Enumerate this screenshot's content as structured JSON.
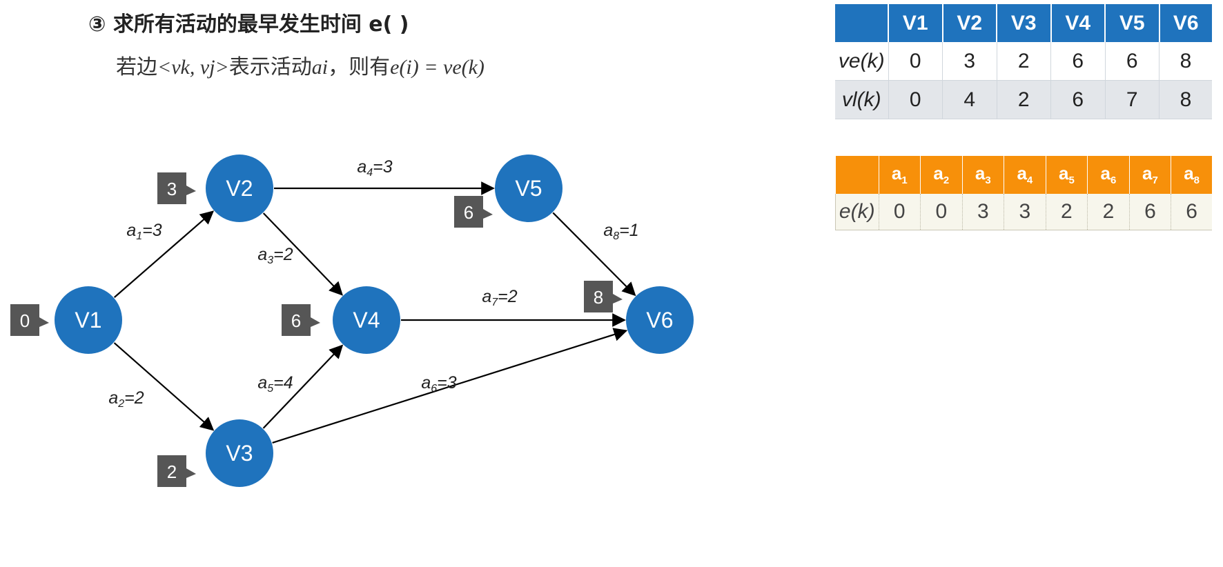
{
  "heading": {
    "title": "③ 求所有活动的最早发生时间 e( )",
    "subtitle_pre": "若边",
    "subtitle_edge": "<vk, vj>",
    "subtitle_mid": "表示活动",
    "subtitle_act": "ai",
    "subtitle_post": "，则有",
    "subtitle_formula": "e(i) = ve(k)"
  },
  "graph": {
    "node_color": "#1f73bd",
    "badge_color": "#565656",
    "nodes": [
      {
        "id": "V1",
        "label": "V1",
        "badge": "0"
      },
      {
        "id": "V2",
        "label": "V2",
        "badge": "3"
      },
      {
        "id": "V3",
        "label": "V3",
        "badge": "2"
      },
      {
        "id": "V4",
        "label": "V4",
        "badge": "6"
      },
      {
        "id": "V5",
        "label": "V5",
        "badge": "6"
      },
      {
        "id": "V6",
        "label": "V6",
        "badge": "8"
      }
    ],
    "edges": [
      {
        "from": "V1",
        "to": "V2",
        "name": "a",
        "sub": "1",
        "weight": "=3"
      },
      {
        "from": "V1",
        "to": "V3",
        "name": "a",
        "sub": "2",
        "weight": "=2"
      },
      {
        "from": "V2",
        "to": "V4",
        "name": "a",
        "sub": "3",
        "weight": "=2"
      },
      {
        "from": "V2",
        "to": "V5",
        "name": "a",
        "sub": "4",
        "weight": "=3"
      },
      {
        "from": "V3",
        "to": "V4",
        "name": "a",
        "sub": "5",
        "weight": "=4"
      },
      {
        "from": "V3",
        "to": "V6",
        "name": "a",
        "sub": "6",
        "weight": "=3"
      },
      {
        "from": "V4",
        "to": "V6",
        "name": "a",
        "sub": "7",
        "weight": "=2"
      },
      {
        "from": "V5",
        "to": "V6",
        "name": "a",
        "sub": "8",
        "weight": "=1"
      }
    ]
  },
  "vertex_table": {
    "header_color": "#1f73bd",
    "columns": [
      "V1",
      "V2",
      "V3",
      "V4",
      "V5",
      "V6"
    ],
    "rows": [
      {
        "label": "ve(k)",
        "values": [
          "0",
          "3",
          "2",
          "6",
          "6",
          "8"
        ]
      },
      {
        "label": "vl(k)",
        "values": [
          "0",
          "4",
          "2",
          "6",
          "7",
          "8"
        ]
      }
    ]
  },
  "activity_table": {
    "header_color": "#f7900a",
    "columns": [
      {
        "name": "a",
        "sub": "1"
      },
      {
        "name": "a",
        "sub": "2"
      },
      {
        "name": "a",
        "sub": "3"
      },
      {
        "name": "a",
        "sub": "4"
      },
      {
        "name": "a",
        "sub": "5"
      },
      {
        "name": "a",
        "sub": "6"
      },
      {
        "name": "a",
        "sub": "7"
      },
      {
        "name": "a",
        "sub": "8"
      }
    ],
    "rows": [
      {
        "label": "e(k)",
        "values": [
          "0",
          "0",
          "3",
          "3",
          "2",
          "2",
          "6",
          "6"
        ]
      }
    ]
  }
}
